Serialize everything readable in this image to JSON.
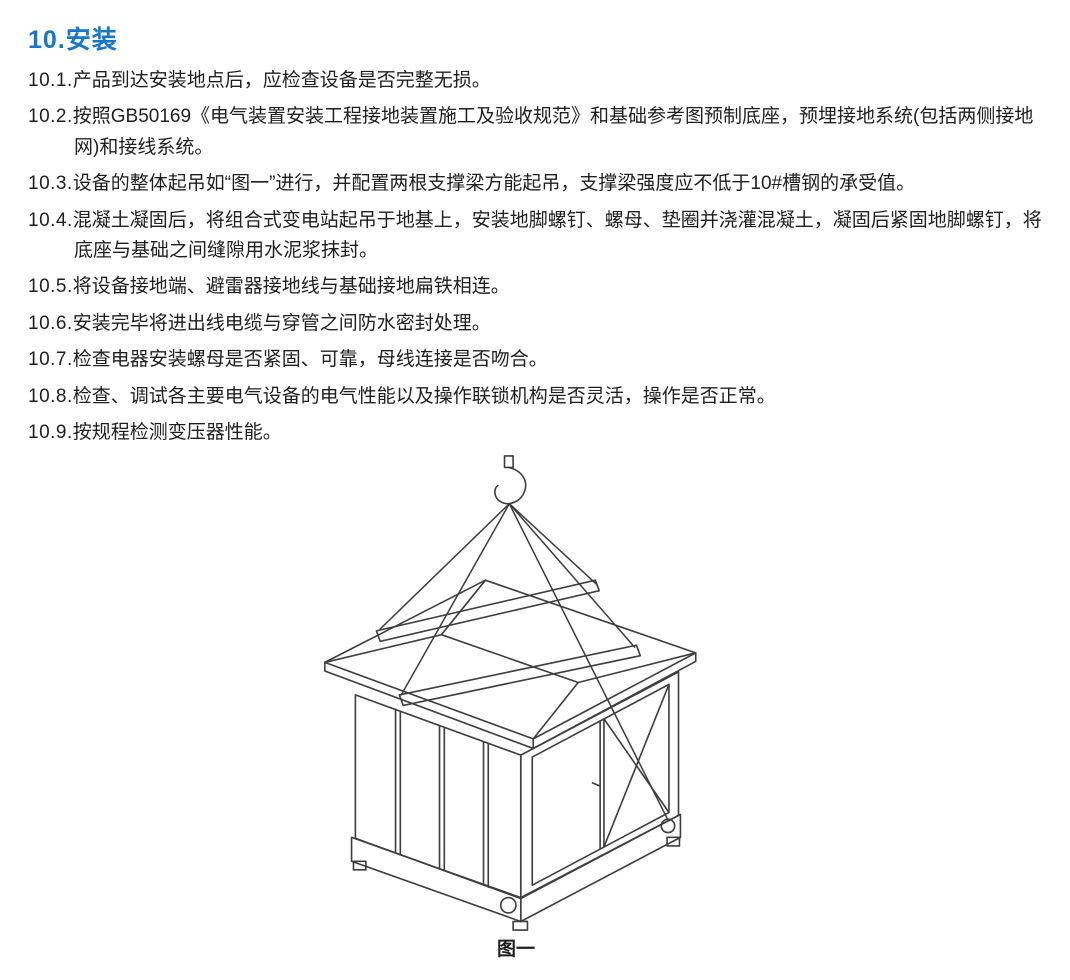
{
  "doc": {
    "title": "10.安装",
    "items": [
      {
        "num": "10.1.",
        "text": "产品到达安装地点后，应检查设备是否完整无损。"
      },
      {
        "num": "10.2.",
        "text": "按照GB50169《电气装置安装工程接地装置施工及验收规范》和基础参考图预制底座，预埋接地系统(包括两侧接地网)和接线系统。"
      },
      {
        "num": "10.3.",
        "text": "设备的整体起吊如“图一”进行，并配置两根支撑梁方能起吊，支撑梁强度应不低于10#槽钢的承受值。"
      },
      {
        "num": "10.4.",
        "text": "混凝土凝固后，将组合式变电站起吊于地基上，安装地脚螺钉、螺母、垫圈并浇灌混凝土，凝固后紧固地脚螺钉，将底座与基础之间缝隙用水泥浆抹封。"
      },
      {
        "num": "10.5.",
        "text": "将设备接地端、避雷器接地线与基础接地扁铁相连。"
      },
      {
        "num": "10.6.",
        "text": "安装完毕将进出线电缆与穿管之间防水密封处理。"
      },
      {
        "num": "10.7.",
        "text": "检查电器安装螺母是否紧固、可靠，母线连接是否吻合。"
      },
      {
        "num": "10.8.",
        "text": "检查、调试各主要电气设备的电气性能以及操作联锁机构是否灵活，操作是否正常。"
      },
      {
        "num": "10.9.",
        "text": "按规程检测变压器性能。"
      }
    ],
    "figure": {
      "caption": "图一"
    }
  },
  "colors": {
    "title_accent": "#1677c8",
    "body_text": "#1f1f1f",
    "drawing_line": "#3f3f3f"
  }
}
